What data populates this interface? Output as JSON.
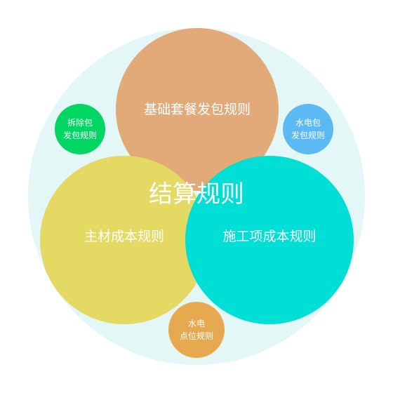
{
  "diagram": {
    "center_title": "结算规则",
    "top_circle": {
      "label": "基础套餐发包规则",
      "color": "#E2AA78"
    },
    "left_circle": {
      "label": "主材成本规则",
      "color": "#E3D963"
    },
    "right_circle": {
      "label": "施工项成本规则",
      "color": "#00DFD5"
    },
    "background_color": "#E3F7F6",
    "small_left": {
      "line1": "拆除包",
      "line2": "发包规则",
      "color": "#00D663"
    },
    "small_right": {
      "line1": "水电包",
      "line2": "发包规则",
      "color": "#5BB9F3"
    },
    "small_bottom": {
      "line1": "水电",
      "line2": "点位规则",
      "color": "#E6A94F"
    }
  }
}
